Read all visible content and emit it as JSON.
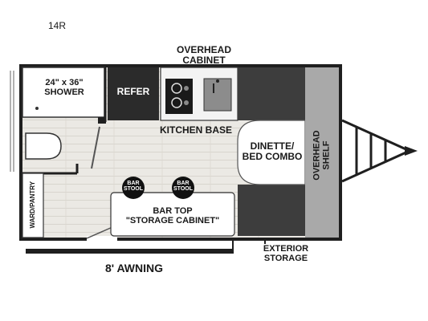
{
  "model": "14R",
  "labels": {
    "overhead_cabinet": "OVERHEAD CABINET",
    "shower": "24\" x 36\"\nSHOWER",
    "refer": "REFER",
    "kitchen_base": "KITCHEN BASE",
    "dinette": "DINETTE/\nBED COMBO",
    "overhead_shelf": "OVERHEAD\nSHELF",
    "bar_stool": "BAR\nSTOOL",
    "bar_top": "BAR TOP\n\"STORAGE CABINET\"",
    "ward_pantry": "WARD/PANTRY",
    "awning": "8' AWNING",
    "exterior_storage": "EXTERIOR\nSTORAGE"
  },
  "colors": {
    "wall": "#1f1f1f",
    "floor": "#e9e7e2",
    "refer": "#2b2b2b",
    "cushion": "#3d3d3d",
    "shelf": "#a9a9a9",
    "stool": "#111111"
  }
}
